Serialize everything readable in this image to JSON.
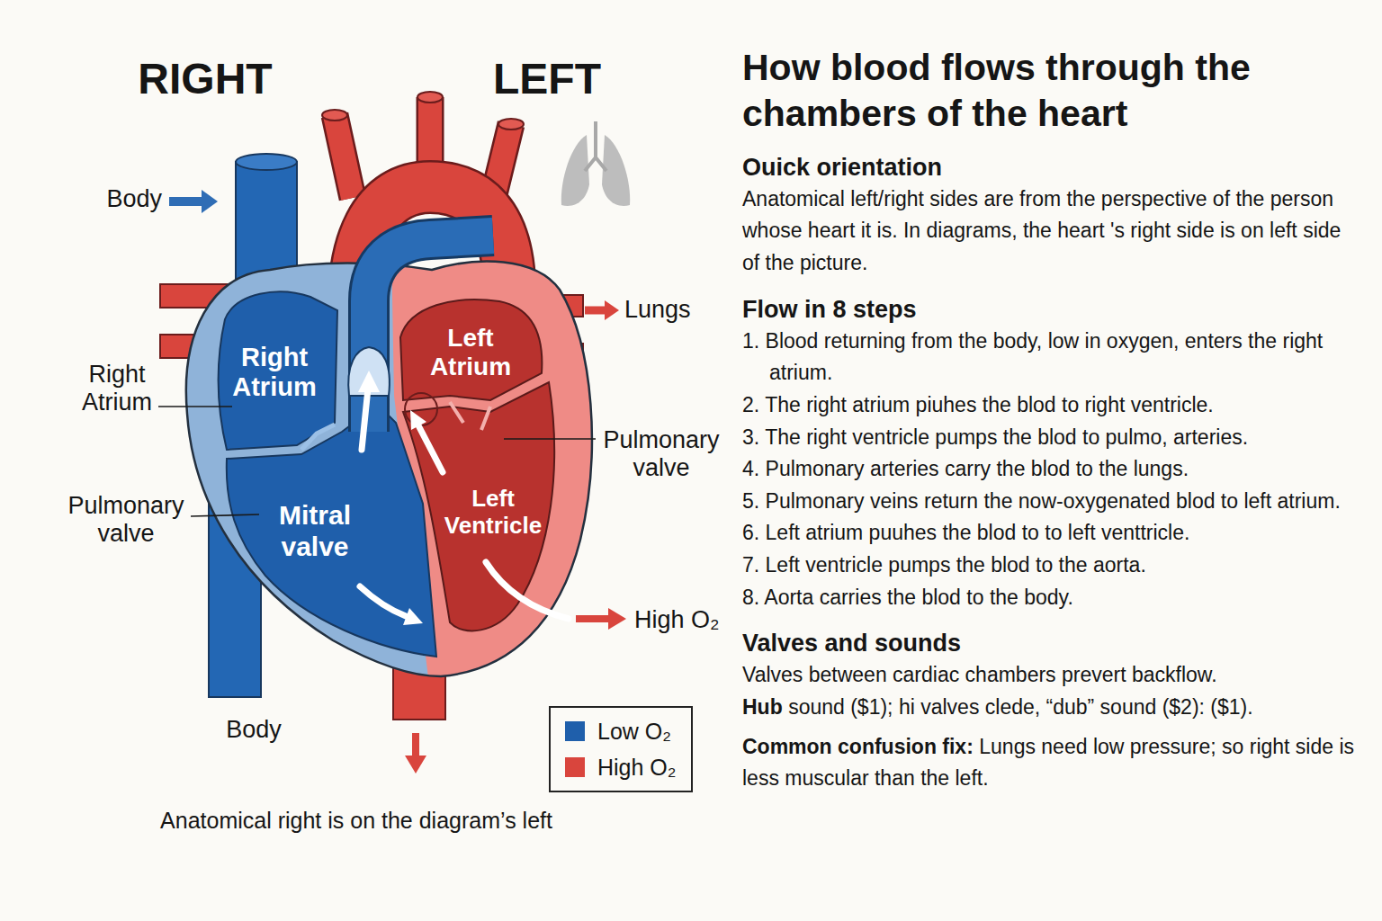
{
  "diagram": {
    "title": "How blood flows through the chambers of the heart",
    "caption": "Anatomical right is on the diagram’s left",
    "labels": [
      "RIGHT",
      "LEFT",
      "Body",
      "Right Atrium",
      "Left Atrium",
      "Lungs",
      "Right Atrium",
      "Pulmonary valve",
      "Pulmonary valve",
      "Mitral valve",
      "Left Ventricle",
      "High O₂",
      "Body",
      "Ouick orientation",
      "Anatomical left/right sides are from the perspective of the person whose heart it is. In diagrams, the heart 's right side is on left side of the picture.",
      "Flow in 8 steps",
      "1. Blood returning from the body, low in oxygen, enters the right atrium.",
      "2. The right atrium piuhes the blod to right ventricle.",
      "3. The right ventricle pumps the blod to pulmo, arteries.",
      "4. Pulmonary arteries carry the blod to the lungs.",
      "5. Pulmonary veins return the now-oxygenated blod to left atrium.",
      "6. Left atrium puuhes the blod to to left venttricle.",
      "7. Left ventricle pumps the blod to the aorta.",
      "8. Aorta carries the blod to the body.",
      "Valves and sounds",
      "Valves between cardiac chambers prevert backflow.",
      "Hub",
      "sound ($1); hi valves clede, “dub” sound ($2): ($1).",
      "Common confusion fix:",
      "Lungs need low pressure; so right side is less muscular than the left."
    ],
    "legend": [
      {
        "text": "Low O₂",
        "color": "#1f5fab"
      },
      {
        "text": "High O₂",
        "color": "#d9453d"
      }
    ]
  }
}
